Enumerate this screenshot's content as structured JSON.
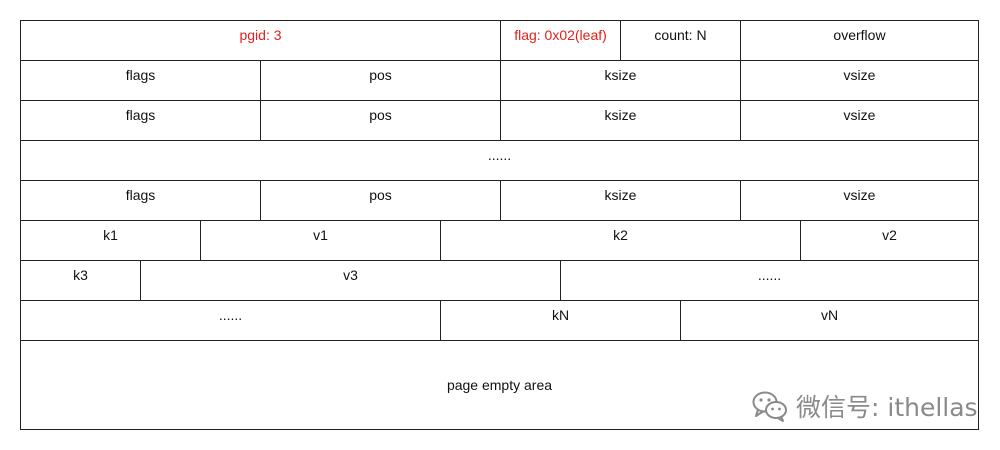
{
  "header": {
    "pgid": "pgid: 3",
    "flag": "flag: 0x02(leaf)",
    "count": "count: N",
    "overflow": "overflow",
    "highlight_color": "#e0201b"
  },
  "element_row_labels": {
    "flags": "flags",
    "pos": "pos",
    "ksize": "ksize",
    "vsize": "vsize"
  },
  "ellipsis": "......",
  "data": {
    "k1": "k1",
    "v1": "v1",
    "k2": "k2",
    "v2": "v2",
    "k3": "k3",
    "v3": "v3",
    "kN": "kN",
    "vN": "vN"
  },
  "empty_area": "page empty area",
  "watermark": {
    "text": "微信号: ithellas",
    "icon": "wechat-icon"
  }
}
